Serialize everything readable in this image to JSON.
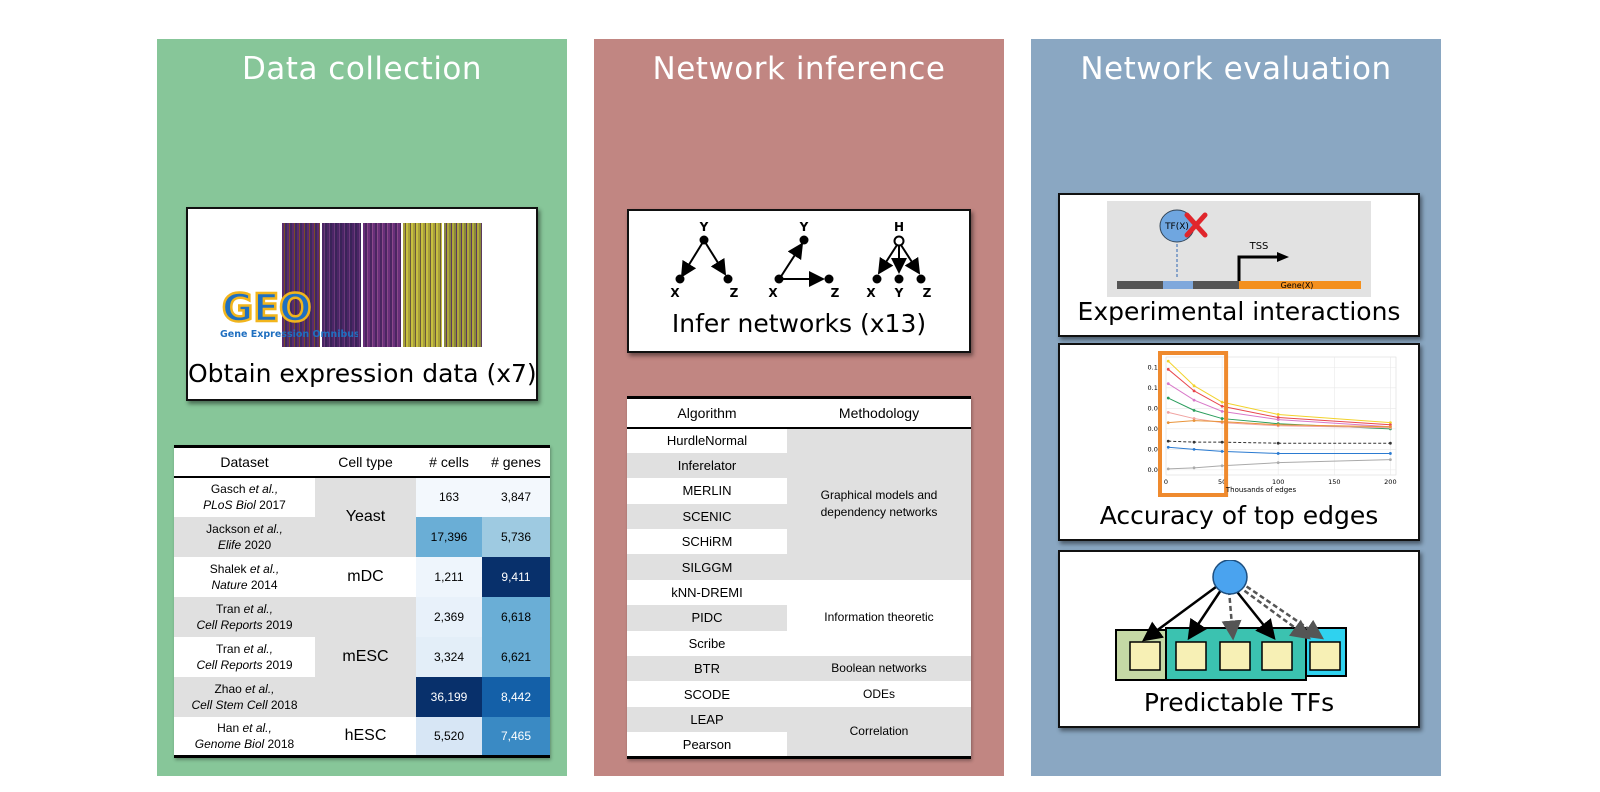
{
  "panels": {
    "data_collection": {
      "title": "Data collection",
      "geo_card": {
        "logo_text": "GEO",
        "logo_subtitle": "Gene Expression Omnibus",
        "caption": "Obtain expression data (x7)"
      },
      "table": {
        "headers": [
          "Dataset",
          "Cell type",
          "# cells",
          "# genes"
        ],
        "cell_types": [
          "Yeast",
          "mDC",
          "mESC",
          "hESC"
        ],
        "rows": [
          {
            "author": "Gasch",
            "etal": " et al.,",
            "journal": "PLoS Biol",
            "year": " 2017",
            "cells": "163",
            "genes": "3,847",
            "cells_color": "#f3f8fd",
            "genes_color": "#f3f8fd"
          },
          {
            "author": "Jackson",
            "etal": " et al.,",
            "journal": "Elife",
            "year": " 2020",
            "cells": "17,396",
            "genes": "5,736",
            "cells_color": "#6aaed6",
            "genes_color": "#9ecae1"
          },
          {
            "author": "Shalek",
            "etal": " et al.,",
            "journal": "Nature",
            "year": " 2014",
            "cells": "1,211",
            "genes": "9,411",
            "cells_color": "#eef5fc",
            "genes_color": "#08306b"
          },
          {
            "author": "Tran",
            "etal": " et al.,",
            "journal": "Cell Reports",
            "year": " 2019",
            "cells": "2,369",
            "genes": "6,618",
            "cells_color": "#e8f1fa",
            "genes_color": "#6aaed6"
          },
          {
            "author": "Tran",
            "etal": " et al.,",
            "journal": "Cell Reports",
            "year": " 2019",
            "cells": "3,324",
            "genes": "6,621",
            "cells_color": "#e3eef8",
            "genes_color": "#6aaed6"
          },
          {
            "author": "Zhao",
            "etal": " et al.,",
            "journal": "Cell Stem Cell",
            "year": " 2018",
            "cells": "36,199",
            "genes": "8,442",
            "cells_color": "#08306b",
            "genes_color": "#1460a8"
          },
          {
            "author": "Han",
            "etal": " et al.,",
            "journal": "Genome Biol",
            "year": " 2018",
            "cells": "5,520",
            "genes": "7,465",
            "cells_color": "#d7e6f5",
            "genes_color": "#3a8ac4"
          }
        ]
      }
    },
    "network_inference": {
      "title": "Network inference",
      "caption": "Infer networks (x13)",
      "motif_labels": {
        "x": "X",
        "y": "Y",
        "z": "Z",
        "h": "H"
      },
      "table": {
        "headers": [
          "Algorithm",
          "Methodology"
        ],
        "algorithms": [
          "HurdleNormal",
          "Inferelator",
          "MERLIN",
          "SCENIC",
          "SCHiRM",
          "SILGGM",
          "kNN-DREMI",
          "PIDC",
          "Scribe",
          "BTR",
          "SCODE",
          "LEAP",
          "Pearson"
        ],
        "methodologies": [
          "Graphical models and dependency networks",
          "Information theoretic",
          "Boolean networks",
          "ODEs",
          "Correlation"
        ]
      }
    },
    "network_evaluation": {
      "title": "Network evaluation",
      "experimental": {
        "caption": "Experimental interactions",
        "tf_label": "TF(X)",
        "tss_label": "TSS",
        "gene_label": "Gene(X)"
      },
      "accuracy": {
        "caption": "Accuracy of top edges"
      },
      "predictable": {
        "caption": "Predictable TFs"
      }
    }
  },
  "chart_data": {
    "type": "line",
    "title": "",
    "xlabel": "Thousands of edges",
    "ylabel": "",
    "x": [
      2,
      25,
      50,
      100,
      200
    ],
    "x_ticks": [
      "0",
      "50",
      "100",
      "150",
      "200"
    ],
    "y_ticks": [
      "0.02",
      "0.04",
      "0.06",
      "0.08",
      "0.10",
      "0.12"
    ],
    "xlim": [
      0,
      205
    ],
    "ylim": [
      0.015,
      0.13
    ],
    "grid": true,
    "highlight_range": [
      0,
      50
    ],
    "series": [
      {
        "color": "#f2d22b",
        "values": [
          0.126,
          0.102,
          0.086,
          0.074,
          0.066
        ]
      },
      {
        "color": "#e8474d",
        "values": [
          0.118,
          0.097,
          0.082,
          0.071,
          0.064
        ]
      },
      {
        "color": "#d879c9",
        "values": [
          0.104,
          0.088,
          0.077,
          0.069,
          0.062
        ]
      },
      {
        "color": "#2a9d5c",
        "values": [
          0.09,
          0.078,
          0.07,
          0.065,
          0.06
        ]
      },
      {
        "color": "#f0a2a0",
        "values": [
          0.076,
          0.07,
          0.066,
          0.063,
          0.061
        ]
      },
      {
        "color": "#e9943a",
        "values": [
          0.066,
          0.068,
          0.067,
          0.064,
          0.062
        ]
      },
      {
        "color": "#333333",
        "dashed": true,
        "values": [
          0.048,
          0.047,
          0.047,
          0.046,
          0.046
        ]
      },
      {
        "color": "#2b7bd1",
        "values": [
          0.042,
          0.04,
          0.038,
          0.036,
          0.036
        ]
      },
      {
        "color": "#aaaaaa",
        "values": [
          0.021,
          0.022,
          0.024,
          0.027,
          0.03
        ]
      }
    ]
  },
  "colors": {
    "data_collection_bg": "#87c699",
    "network_inference_bg": "#c18682",
    "network_evaluation_bg": "#8aa7c2",
    "highlight_box": "#ef8a2e",
    "tf_node": "#4aa3ef",
    "gene_bar": "#f4901e",
    "target_fill": "#f7f0b5",
    "cluster_teal": "#3bc2b0",
    "cluster_cyan": "#2fd2ef",
    "cluster_olive": "#c5d8a5"
  }
}
